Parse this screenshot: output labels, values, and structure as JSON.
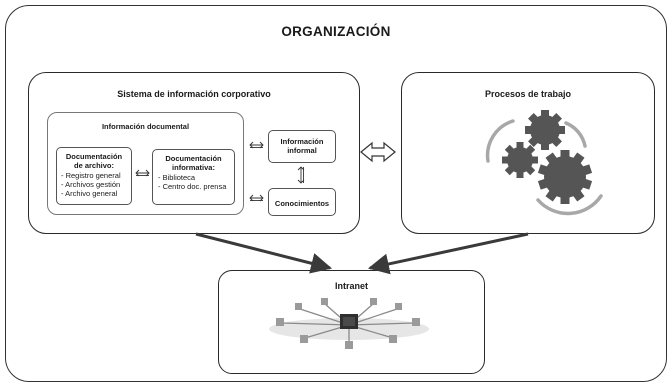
{
  "diagram": {
    "title": "ORGANIZACIÓN",
    "sistema": {
      "title": "Sistema de información corporativo",
      "informacion_documental": {
        "title": "Información documental",
        "archivo": {
          "title_line1": "Documentación",
          "title_line2": "de archivo:",
          "items": [
            "- Registro general",
            "- Archivos gestión",
            "- Archivo general"
          ]
        },
        "informativa": {
          "title_line1": "Documentación",
          "title_line2": "informativa:",
          "items": [
            "- Biblioteca",
            "- Centro doc. prensa"
          ]
        }
      },
      "informacion_informal": {
        "line1": "Información",
        "line2": "informal"
      },
      "conocimientos": "Conocimientos"
    },
    "procesos": {
      "title": "Procesos de trabajo"
    },
    "intranet": {
      "title": "Intranet"
    },
    "colors": {
      "gear": "#555555",
      "arc": "#a8a8a8",
      "line": "#2a2a2a"
    }
  }
}
